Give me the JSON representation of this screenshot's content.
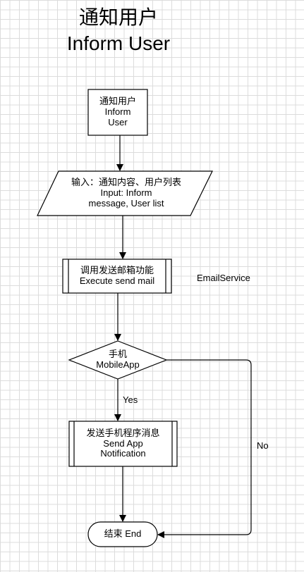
{
  "title": {
    "chinese": "通知用户",
    "english": "Inform User"
  },
  "nodes": {
    "start": {
      "line1": "通知用户",
      "line2": "Inform",
      "line3": "User"
    },
    "input": {
      "line1": "输入：通知内容、用户列表",
      "line2": "Input: Inform",
      "line3": "message, User list"
    },
    "send_mail": {
      "line1": "调用发送邮箱功能",
      "line2": "Execute send mail"
    },
    "decision": {
      "line1": "手机",
      "line2": "MobileApp"
    },
    "send_app": {
      "line1": "发送手机程序消息",
      "line2": "Send App",
      "line3": "Notification"
    },
    "end": {
      "line1": "结束 End"
    }
  },
  "labels": {
    "email_service": "EmailService",
    "yes": "Yes",
    "no": "No"
  }
}
